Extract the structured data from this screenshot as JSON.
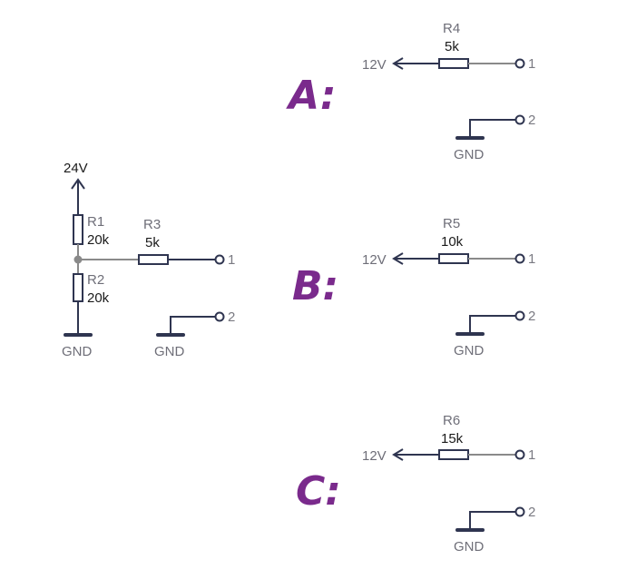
{
  "colors": {
    "wire": "#2f3550",
    "wire_light": "#8a8a8a",
    "node": "#8a8a8a",
    "accent": "#7a2a8c"
  },
  "left_circuit": {
    "supply": "24V",
    "r1": {
      "name": "R1",
      "value": "20k"
    },
    "r2": {
      "name": "R2",
      "value": "20k"
    },
    "r3": {
      "name": "R3",
      "value": "5k"
    },
    "pin1": "1",
    "pin2": "2",
    "gnd_left": "GND",
    "gnd_right": "GND"
  },
  "options": [
    {
      "letter": "A:",
      "supply": "12V",
      "resistor": {
        "name": "R4",
        "value": "5k"
      },
      "pin1": "1",
      "pin2": "2",
      "gnd": "GND"
    },
    {
      "letter": "B:",
      "supply": "12V",
      "resistor": {
        "name": "R5",
        "value": "10k"
      },
      "pin1": "1",
      "pin2": "2",
      "gnd": "GND"
    },
    {
      "letter": "C:",
      "supply": "12V",
      "resistor": {
        "name": "R6",
        "value": "15k"
      },
      "pin1": "1",
      "pin2": "2",
      "gnd": "GND"
    }
  ]
}
